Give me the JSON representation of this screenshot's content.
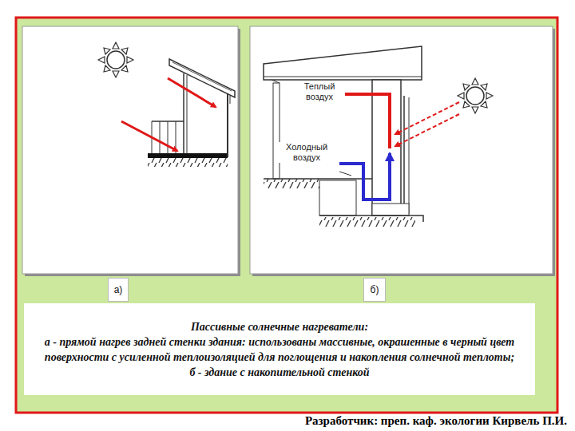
{
  "diagram": {
    "nodes": [
      {
        "text": [
          "а)"
        ]
      },
      {
        "text": [
          "б)"
        ]
      },
      {
        "text": [
          "Пассивные солнечные нагреватели:",
          "а - прямой нагрев задней стенки здания: использованы массивные, окрашенные в черный цвет поверхности с усиленной теплоизоляцией для поглощения и накопления солнечной теплоты;",
          "б - здание с накопительной стенкой"
        ]
      }
    ],
    "labels": [
      "Теплый воздух",
      "Холодный воздух",
      "Разработчик: преп. каф. экологии Кирвель П.И."
    ]
  }
}
